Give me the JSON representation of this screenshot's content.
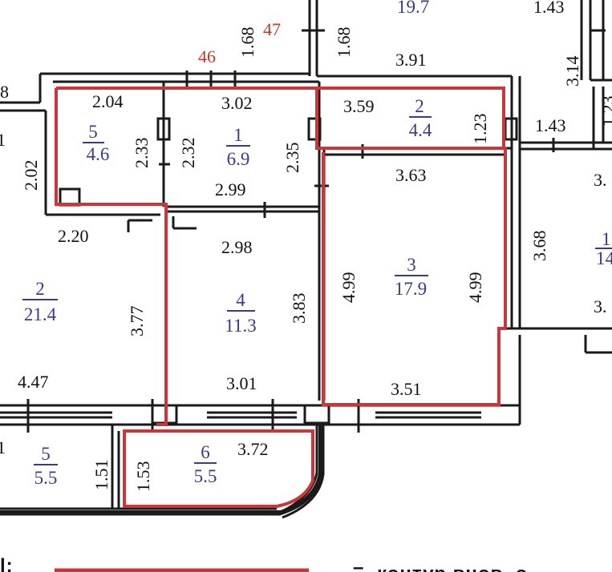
{
  "colors": {
    "wall": "#1a1a1a",
    "contour": "#c8383a",
    "room_label": "#3a3a8c",
    "red_label": "#c0392b"
  },
  "red_labels": {
    "a": "46",
    "b": "47"
  },
  "rooms": [
    {
      "num": "5",
      "area": "4.6"
    },
    {
      "num": "1",
      "area": "6.9"
    },
    {
      "num": "2",
      "area": "4.4"
    },
    {
      "num": "3",
      "area": "17.9"
    },
    {
      "num": "4",
      "area": "11.3"
    },
    {
      "num": "6",
      "area": "5.5"
    },
    {
      "num": "2",
      "area": "21.4"
    },
    {
      "num": "5",
      "area": "5.5"
    }
  ],
  "partial_labels": {
    "top_area": "19.7",
    "top_right_dim": "1.43",
    "right_room_num": "1",
    "right_room_area": "14",
    "right_dim_a": "3.",
    "right_dim_b": "3.",
    "right_dim_c": "1.23",
    "left_edge_8": "8",
    "left_edge_1a": "1",
    "left_edge_1b": "1",
    "legend_left": "l:",
    "legend_text": "контур внов. о"
  },
  "dims": {
    "d_1_68_a": "1.68",
    "d_1_68_b": "1.68",
    "d_3_91": "3.91",
    "d_3_14": "3.14",
    "d_2_04": "2.04",
    "d_3_02": "3.02",
    "d_3_59": "3.59",
    "d_1_23": "1.23",
    "d_1_43": "1.43",
    "d_2_33": "2.33",
    "d_2_32": "2.32",
    "d_2_35": "2.35",
    "d_2_02": "2.02",
    "d_2_99": "2.99",
    "d_3_63": "3.63",
    "d_2_20": "2.20",
    "d_2_98": "2.98",
    "d_3_68": "3.68",
    "d_4_99_a": "4.99",
    "d_4_99_b": "4.99",
    "d_3_77": "3.77",
    "d_3_83": "3.83",
    "d_4_47": "4.47",
    "d_3_01": "3.01",
    "d_3_51": "3.51",
    "d_3_72": "3.72",
    "d_1_51": "1.51",
    "d_1_53": "1.53"
  }
}
